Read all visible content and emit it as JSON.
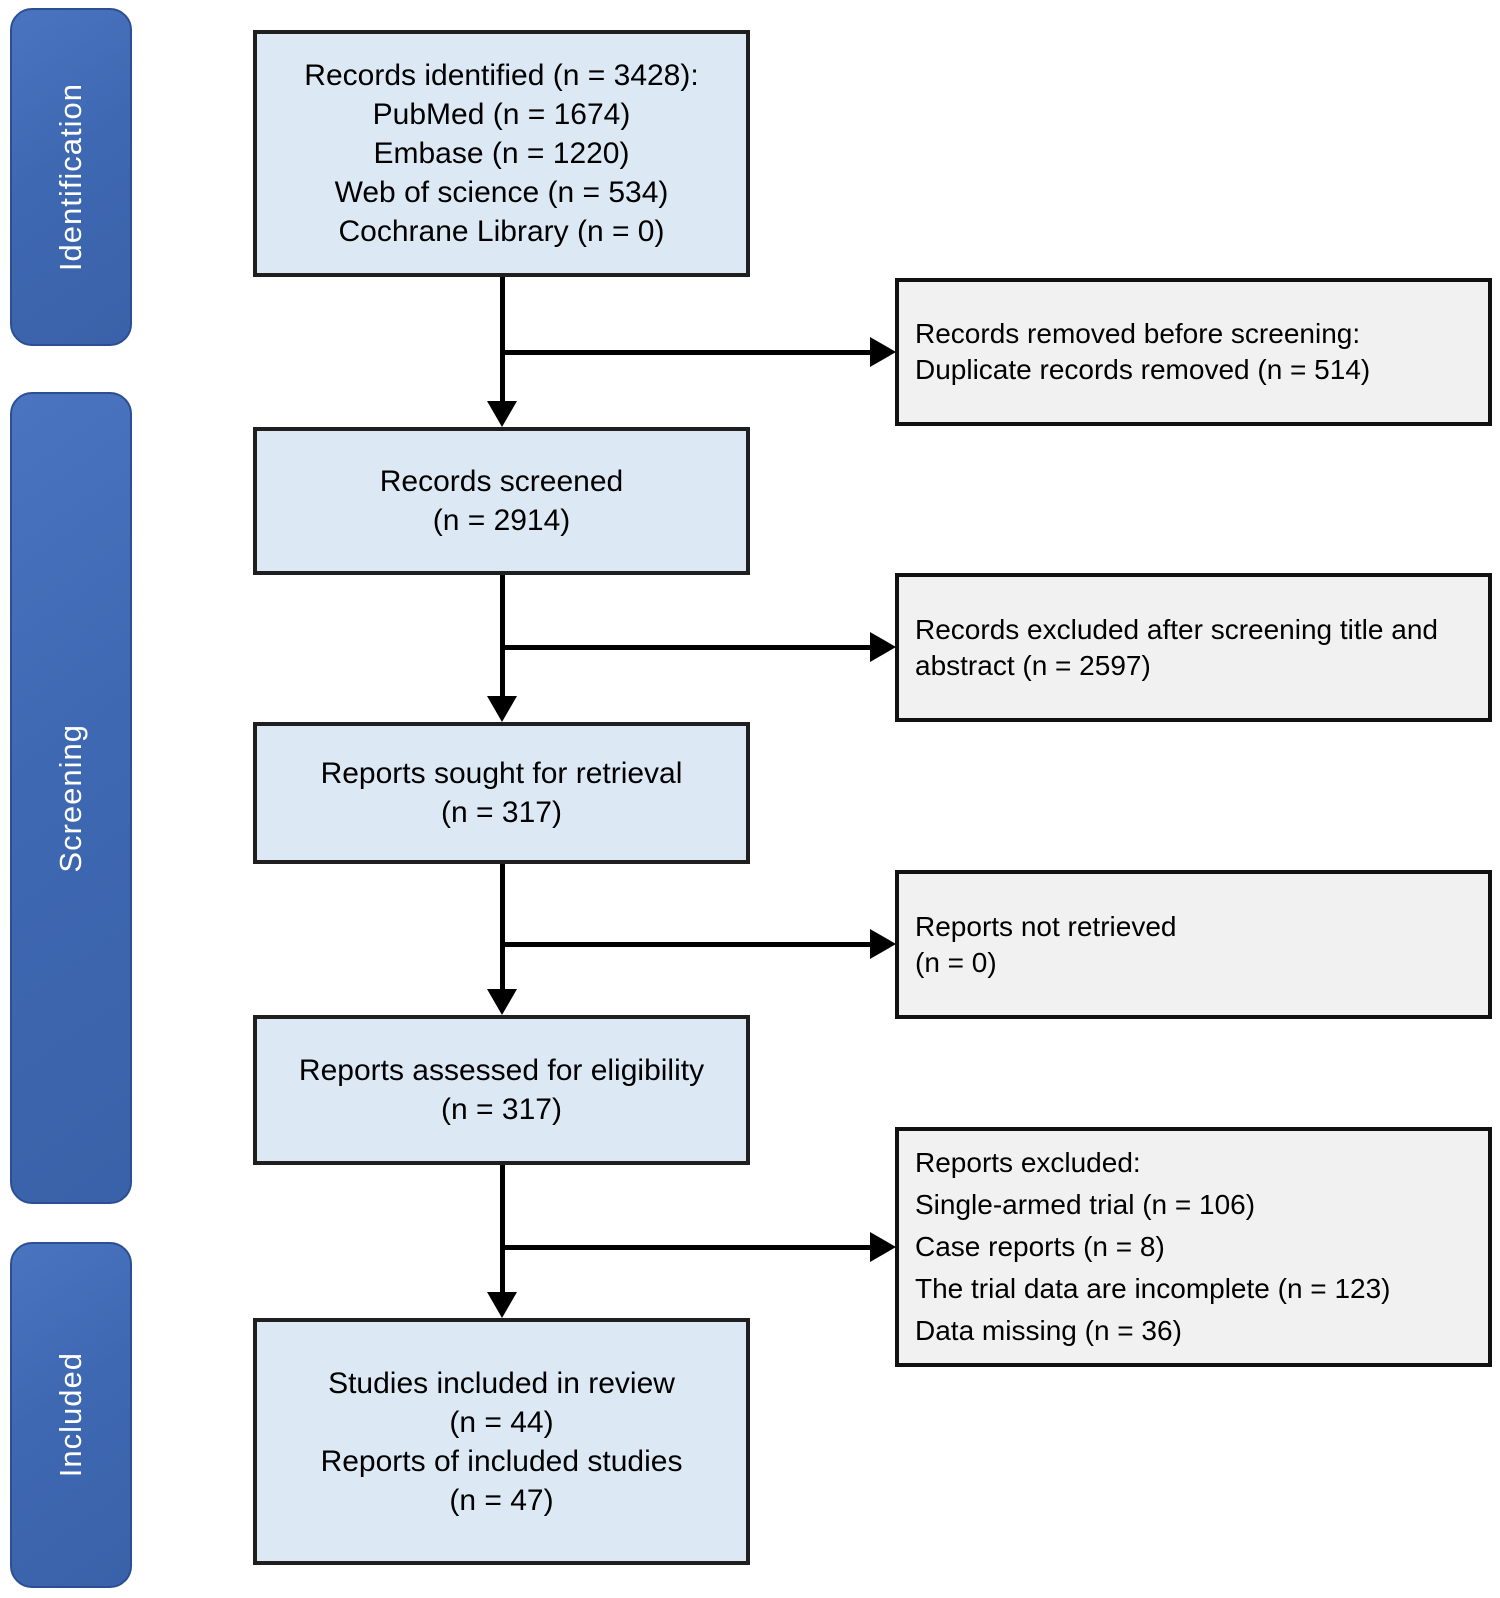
{
  "diagram": {
    "type": "prisma-flow-diagram",
    "stages": [
      {
        "label": "Identification"
      },
      {
        "label": "Screening"
      },
      {
        "label": "Included"
      }
    ],
    "main_flow": [
      {
        "id": "records-identified",
        "lines": [
          "Records identified (n = 3428):",
          "PubMed (n = 1674)",
          "Embase (n = 1220)",
          "Web of science (n = 534)",
          "Cochrane Library (n = 0)"
        ]
      },
      {
        "id": "records-screened",
        "lines": [
          "Records screened",
          "(n = 2914)"
        ]
      },
      {
        "id": "reports-sought",
        "lines": [
          "Reports sought for retrieval",
          "(n = 317)"
        ]
      },
      {
        "id": "reports-assessed",
        "lines": [
          "Reports assessed for eligibility",
          "(n = 317)"
        ]
      },
      {
        "id": "studies-included",
        "lines": [
          "Studies included in review",
          "(n = 44)",
          "Reports of included studies",
          "(n = 47)"
        ]
      }
    ],
    "exclusions": [
      {
        "id": "records-removed",
        "lines": [
          "Records removed before screening:",
          "Duplicate records removed  (n = 514)"
        ]
      },
      {
        "id": "records-excluded",
        "lines": [
          "Records excluded after screening title and",
          "abstract (n = 2597)"
        ]
      },
      {
        "id": "reports-not-retrieved",
        "lines": [
          "Reports not retrieved",
          "(n = 0)"
        ]
      },
      {
        "id": "reports-excluded",
        "lines": [
          "Reports excluded:",
          "Single-armed trial (n = 106)",
          "Case reports (n = 8)",
          "The trial data are incomplete (n = 123)",
          "Data missing (n = 36)"
        ]
      }
    ],
    "connections": [
      {
        "from": "records-identified",
        "to": "records-screened"
      },
      {
        "from": "records-identified",
        "to": "records-removed"
      },
      {
        "from": "records-screened",
        "to": "reports-sought"
      },
      {
        "from": "records-screened",
        "to": "records-excluded"
      },
      {
        "from": "reports-sought",
        "to": "reports-assessed"
      },
      {
        "from": "reports-sought",
        "to": "reports-not-retrieved"
      },
      {
        "from": "reports-assessed",
        "to": "studies-included"
      },
      {
        "from": "reports-assessed",
        "to": "reports-excluded"
      }
    ],
    "colors": {
      "stage_bar": "#3e68b2",
      "stage_bar_border": "#2c4f93",
      "stage_label_text": "#ffffff",
      "flow_box_fill": "#dce9f5",
      "exclusion_box_fill": "#f1f1f1",
      "box_border": "#1f1f1f",
      "arrow": "#000000",
      "text": "#000000"
    }
  }
}
